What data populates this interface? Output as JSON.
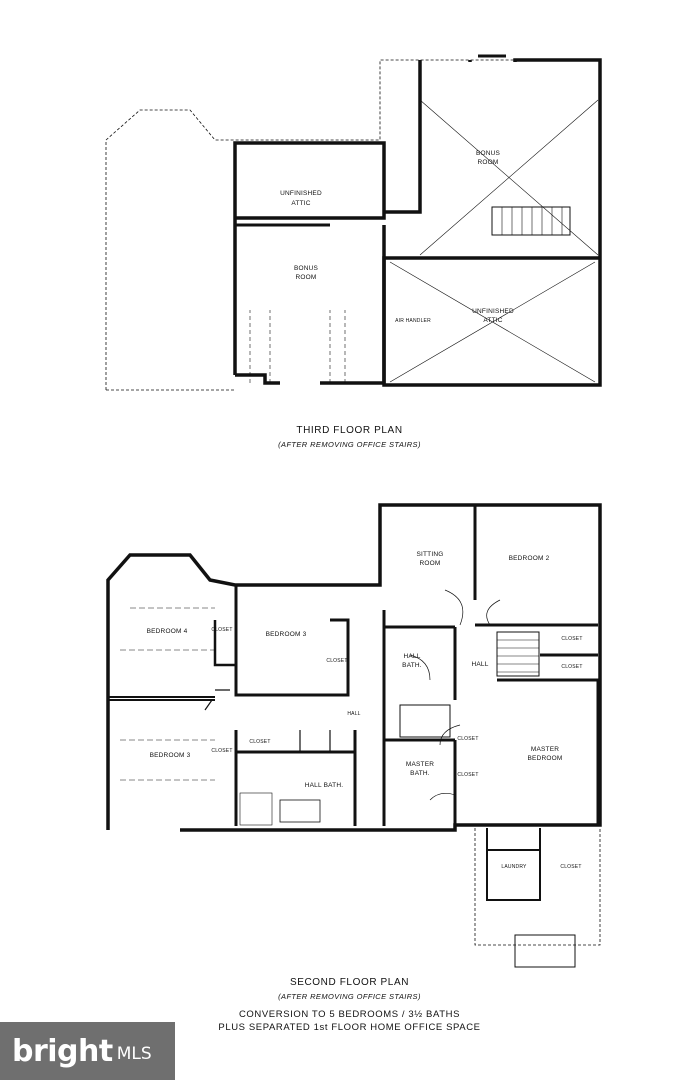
{
  "third_floor": {
    "rooms": {
      "unfinished_attic_1": [
        "UNFINISHED",
        "ATTIC"
      ],
      "bonus_room_1": [
        "BONUS",
        "ROOM"
      ],
      "bonus_room_2": [
        "BONUS",
        "ROOM"
      ],
      "air_handler": "AIR HANDLER",
      "unfinished_attic_2": [
        "UNFINISHED",
        "ATTIC"
      ]
    },
    "title": "THIRD FLOOR PLAN",
    "subtitle": "(AFTER REMOVING OFFICE STAIRS)"
  },
  "second_floor": {
    "rooms": {
      "sitting_room": [
        "SITTING",
        "ROOM"
      ],
      "bedroom_2": "BEDROOM 2",
      "bedroom_4": "BEDROOM 4",
      "bedroom_3a": "BEDROOM 3",
      "bedroom_3b": "BEDROOM 3",
      "hall_bath_1": [
        "HALL",
        "BATH."
      ],
      "hall_1": "HALL",
      "hall_2": "HALL",
      "hall_bath_2": "HALL BATH.",
      "master_bath": [
        "MASTER",
        "BATH."
      ],
      "master_bedroom": [
        "MASTER",
        "BEDROOM"
      ],
      "laundry": "LAUNDRY",
      "closet": "CLOSET"
    },
    "title": "SECOND FLOOR PLAN",
    "subtitle": "(AFTER REMOVING OFFICE STAIRS)",
    "note_line1": "CONVERSION TO 5 BEDROOMS / 3½ BATHS",
    "note_line2": "PLUS SEPARATED 1st FLOOR HOME OFFICE SPACE"
  },
  "watermark": {
    "brand": "bright",
    "suffix": "MLS"
  }
}
